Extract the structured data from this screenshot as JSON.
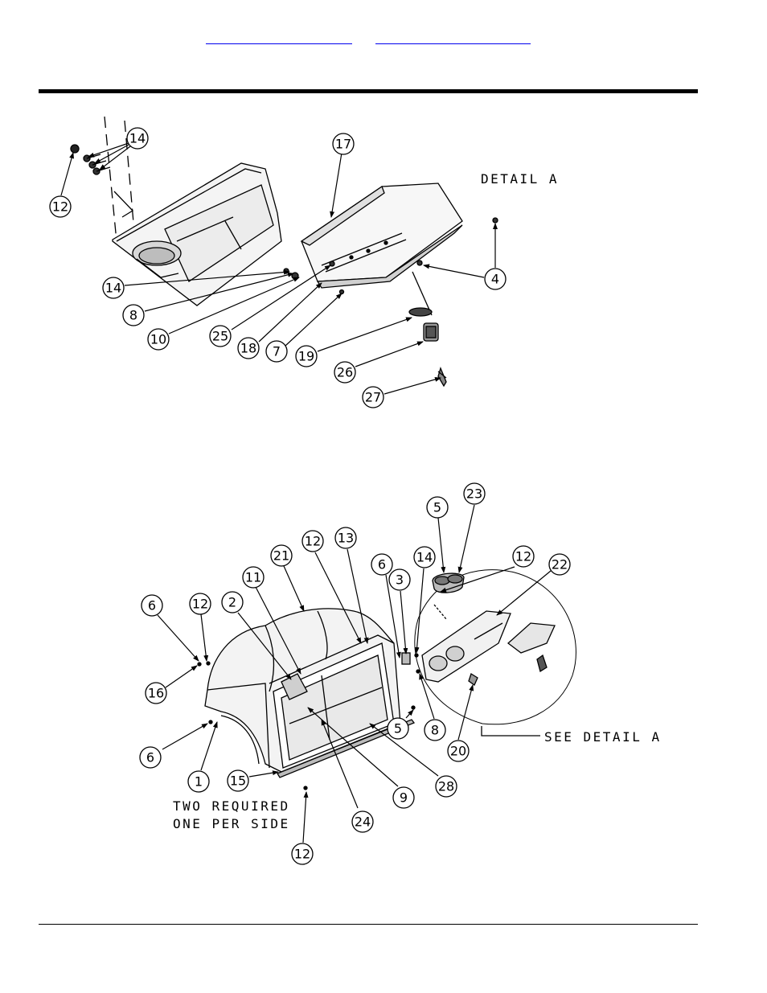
{
  "header": {
    "links": [
      {
        "label": ""
      },
      {
        "label": ""
      }
    ]
  },
  "notes": {
    "detail_a": "DETAIL A",
    "see_detail_a": "SEE DETAIL  A",
    "two_required": "TWO REQUIRED",
    "one_per_side": "ONE PER SIDE"
  },
  "callouts": {
    "top": [
      "14",
      "12",
      "17",
      "14",
      "8",
      "10",
      "25",
      "18",
      "7",
      "19",
      "26",
      "27",
      "4"
    ],
    "bottom": [
      "6",
      "12",
      "2",
      "11",
      "21",
      "12",
      "13",
      "6",
      "3",
      "14",
      "5",
      "23",
      "12",
      "22",
      "16",
      "6",
      "1",
      "15",
      "24",
      "9",
      "28",
      "5",
      "8",
      "20",
      "12"
    ]
  }
}
